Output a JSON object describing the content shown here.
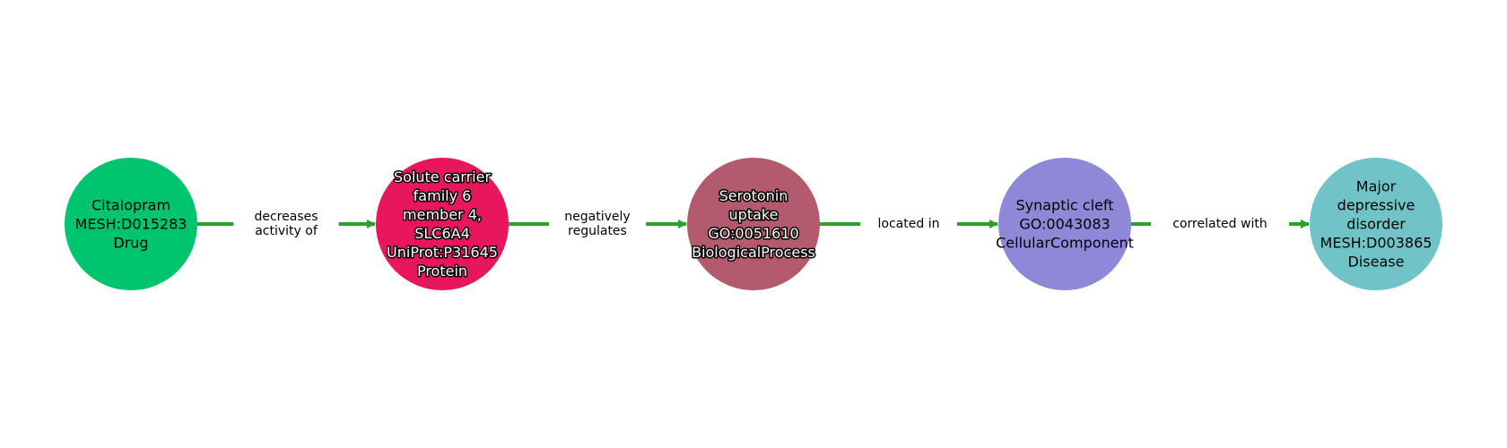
{
  "graph": {
    "edge_color": "#2ca02c",
    "nodes": [
      {
        "id": "citalopram",
        "lines": [
          "Citalopram",
          "MESH:D015283",
          "Drug"
        ],
        "color": "#00c46e",
        "text_color": "#000000",
        "outlined_text": false
      },
      {
        "id": "slc6a4",
        "lines": [
          "Solute carrier",
          "family 6",
          "member 4,",
          "SLC6A4",
          "UniProt:P31645",
          "Protein"
        ],
        "color": "#e8175d",
        "text_color": "#ffffff",
        "outlined_text": true
      },
      {
        "id": "serotonin-uptake",
        "lines": [
          "Serotonin",
          "uptake",
          "GO:0051610",
          "BiologicalProcess"
        ],
        "color": "#b45a6e",
        "text_color": "#ffffff",
        "outlined_text": true
      },
      {
        "id": "synaptic-cleft",
        "lines": [
          "Synaptic cleft",
          "GO:0043083",
          "CellularComponent"
        ],
        "color": "#8f88d8",
        "text_color": "#000000",
        "outlined_text": false
      },
      {
        "id": "major-depressive-disorder",
        "lines": [
          "Major",
          "depressive",
          "disorder",
          "MESH:D003865",
          "Disease"
        ],
        "color": "#70c4c8",
        "text_color": "#000000",
        "outlined_text": false
      }
    ],
    "edges": [
      {
        "source": "citalopram",
        "target": "slc6a4",
        "lines": [
          "decreases",
          "activity of"
        ]
      },
      {
        "source": "slc6a4",
        "target": "serotonin-uptake",
        "lines": [
          "negatively",
          "regulates"
        ]
      },
      {
        "source": "serotonin-uptake",
        "target": "synaptic-cleft",
        "lines": [
          "located in"
        ]
      },
      {
        "source": "synaptic-cleft",
        "target": "major-depressive-disorder",
        "lines": [
          "correlated with"
        ]
      }
    ]
  }
}
